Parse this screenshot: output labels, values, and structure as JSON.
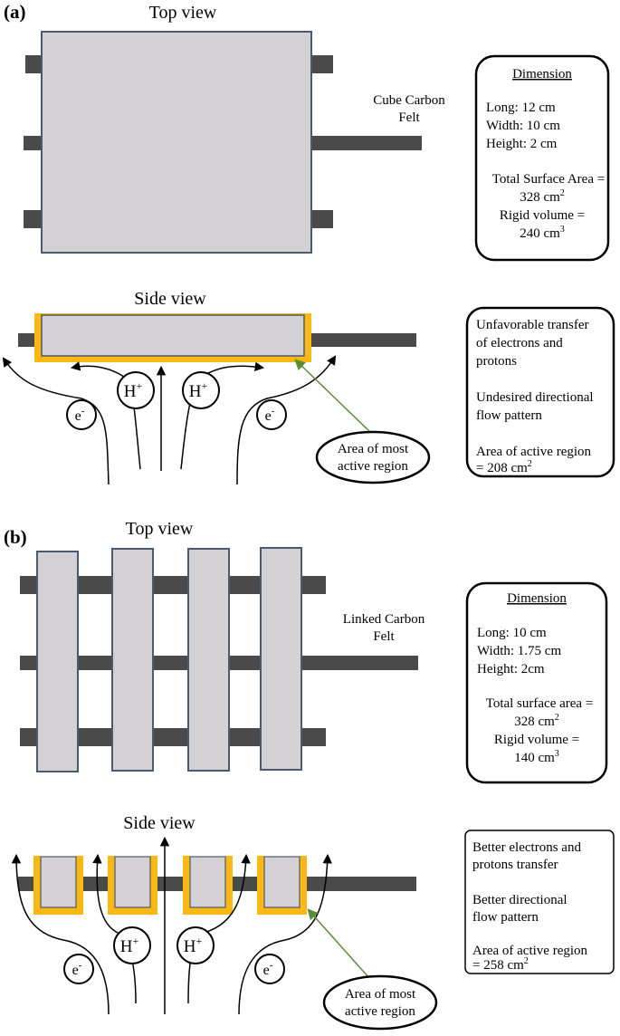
{
  "panel_a": {
    "label": "(a)",
    "top_view_title": "Top view",
    "felt_label_line1": "Cube Carbon",
    "felt_label_line2": "Felt",
    "dimension_box": {
      "heading": "Dimension",
      "long": "Long: 12 cm",
      "width": "Width: 10 cm",
      "height": "Height: 2 cm",
      "surface_line1": "Total Surface Area =",
      "surface_value": "328 cm",
      "surface_sup": "2",
      "volume_line1": "Rigid volume =",
      "volume_value": "240 cm",
      "volume_sup": "3"
    },
    "side_view_title": "Side view",
    "proton_label": "H",
    "proton_sup": "+",
    "electron_label": "e",
    "electron_sup": "-",
    "callout_line1": "Area of most",
    "callout_line2": "active region",
    "notes_box": {
      "line1": "Unfavorable transfer",
      "line2": "of electrons and",
      "line3": "protons",
      "line4": "Undesired directional",
      "line5": "flow pattern",
      "line6": "Area of active region",
      "line7": "= 208 cm",
      "line7_sup": "2"
    }
  },
  "panel_b": {
    "label": "(b)",
    "top_view_title": "Top view",
    "felt_label_line1": "Linked Carbon",
    "felt_label_line2": "Felt",
    "dimension_box": {
      "heading": "Dimension",
      "long": "Long: 10 cm",
      "width": "Width: 1.75 cm",
      "height": "Height: 2cm",
      "surface_line1": "Total surface area =",
      "surface_value": "328 cm",
      "surface_sup": "2",
      "volume_line1": "Rigid volume =",
      "volume_value": "140 cm",
      "volume_sup": "3"
    },
    "side_view_title": "Side view",
    "proton_label": "H",
    "proton_sup": "+",
    "electron_label": "e",
    "electron_sup": "-",
    "callout_line1": "Area of most",
    "callout_line2": "active region",
    "notes_box": {
      "line1": "Better electrons and",
      "line2": "protons transfer",
      "line3": "Better directional",
      "line4": "flow pattern",
      "line5": "Area of active region",
      "line6": "= 258 cm",
      "line6_sup": "2"
    }
  },
  "colors": {
    "felt_fill": "#d3d1d3",
    "felt_border": "#4a5a72",
    "rod": "#4a4a4a",
    "active_region": "#fbb813",
    "callout_arrow": "#5a8c3a"
  }
}
